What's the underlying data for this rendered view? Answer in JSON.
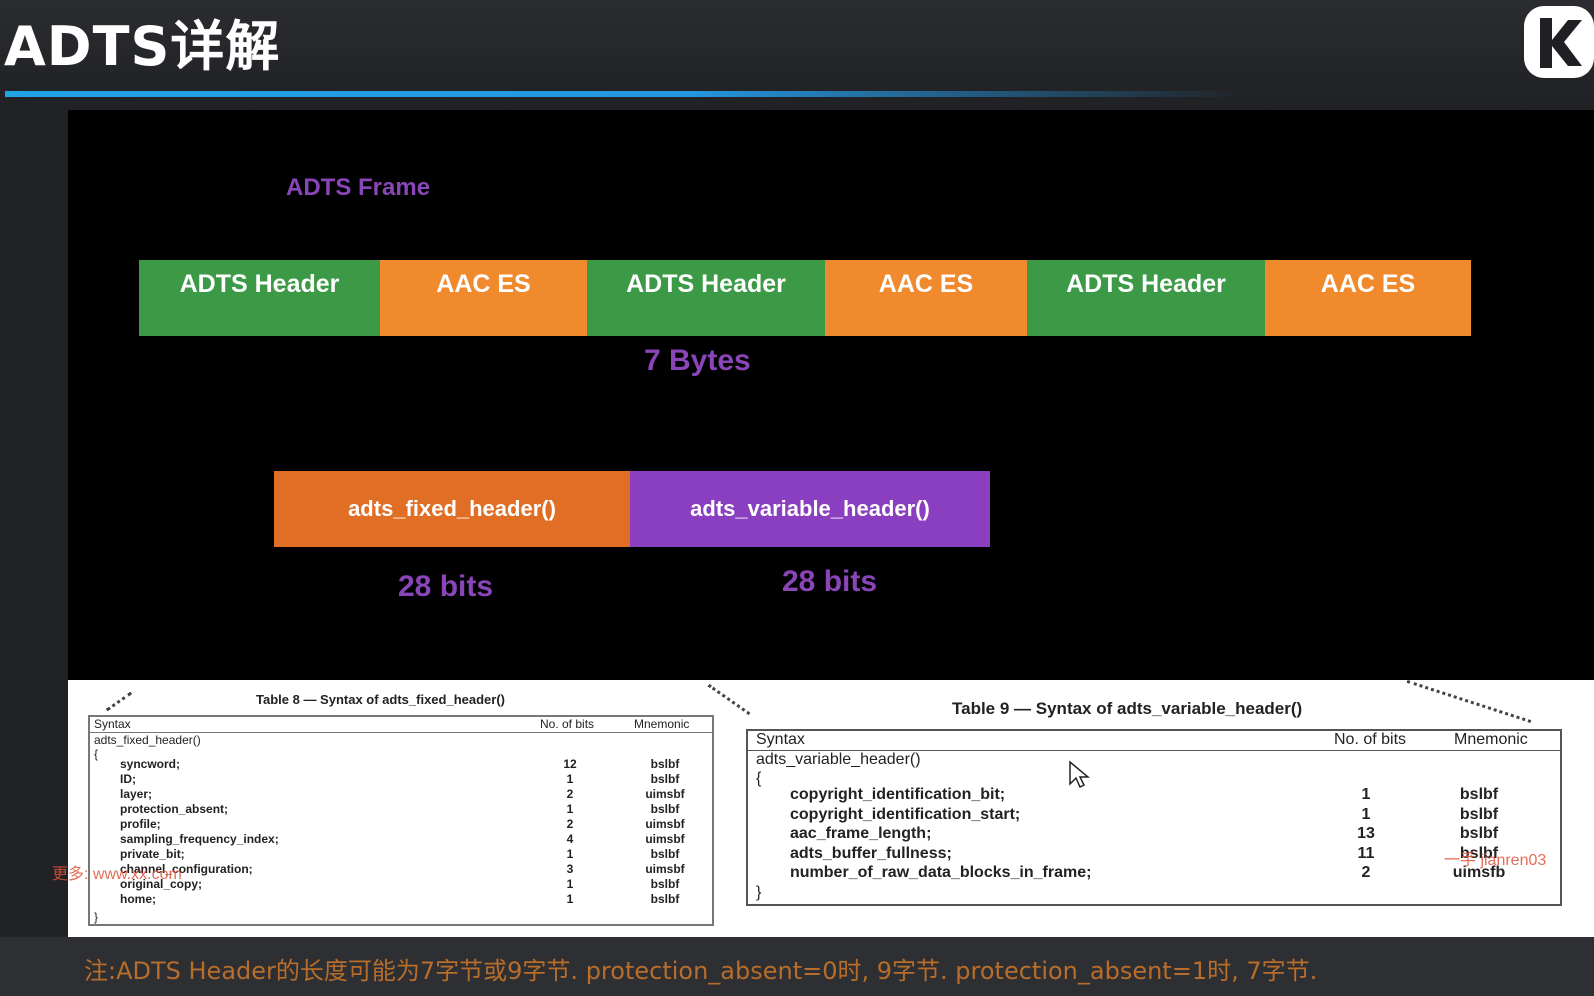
{
  "page": {
    "title": "ADTS详解"
  },
  "diagram": {
    "frame_label": "ADTS Frame",
    "segments": [
      "ADTS Header",
      "AAC ES",
      "ADTS Header",
      "AAC ES",
      "ADTS Header",
      "AAC ES"
    ],
    "header_size_label": "7 Bytes",
    "fixed_header_label": "adts_fixed_header()",
    "variable_header_label": "adts_variable_header()",
    "fixed_bits_label": "28 bits",
    "variable_bits_label": "28 bits",
    "colors": {
      "green": "#3c9a47",
      "orange": "#f08a2c",
      "fixed": "#e06e24",
      "variable": "#8a3ec0",
      "label": "#8a45b8"
    }
  },
  "table8": {
    "caption": "Table 8 — Syntax of adts_fixed_header()",
    "headers": [
      "Syntax",
      "No. of bits",
      "Mnemonic"
    ],
    "opening": [
      "adts_fixed_header()",
      "{"
    ],
    "rows": [
      [
        "syncword;",
        "12",
        "bslbf"
      ],
      [
        "ID;",
        "1",
        "bslbf"
      ],
      [
        "layer;",
        "2",
        "uimsbf"
      ],
      [
        "protection_absent;",
        "1",
        "bslbf"
      ],
      [
        "profile;",
        "2",
        "uimsbf"
      ],
      [
        "sampling_frequency_index;",
        "4",
        "uimsbf"
      ],
      [
        "private_bit;",
        "1",
        "bslbf"
      ],
      [
        "channel_configuration;",
        "3",
        "uimsbf"
      ],
      [
        "original_copy;",
        "1",
        "bslbf"
      ],
      [
        "home;",
        "1",
        "bslbf"
      ]
    ],
    "closing": "}"
  },
  "table9": {
    "caption": "Table 9 — Syntax of adts_variable_header()",
    "headers": [
      "Syntax",
      "No. of bits",
      "Mnemonic"
    ],
    "opening": [
      "adts_variable_header()",
      "{"
    ],
    "rows": [
      [
        "copyright_identification_bit;",
        "1",
        "bslbf"
      ],
      [
        "copyright_identification_start;",
        "1",
        "bslbf"
      ],
      [
        "aac_frame_length;",
        "13",
        "bslbf"
      ],
      [
        "adts_buffer_fullness;",
        "11",
        "bslbf"
      ],
      [
        "number_of_raw_data_blocks_in_frame;",
        "2",
        "uimsfb"
      ]
    ],
    "closing": "}"
  },
  "note": "注:ADTS Header的长度可能为7字节或9字节. protection_absent=0时, 9字节. protection_absent=1时, 7字节.",
  "watermarks": {
    "left": "更多: www.xx.com",
    "right": "一手 jianren03"
  }
}
